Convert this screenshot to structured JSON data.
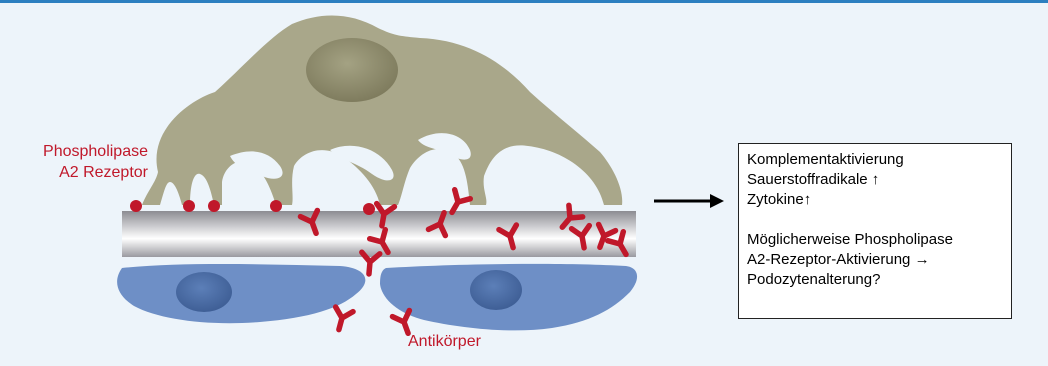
{
  "labels": {
    "receptor": [
      "Phospholipase",
      "A2 Rezeptor"
    ],
    "antibody": "Antikörper"
  },
  "effects": {
    "lines": [
      "Komplementaktivierung",
      "Sauerstoffradikale ↑",
      "Zytokine↑"
    ],
    "hypothesis": [
      "Möglicherweise Phospholipase",
      "A2-Rezeptor-Aktivierung →",
      "Podozytenalterung?"
    ]
  },
  "colors": {
    "background": "#edf4fa",
    "podocyte": "#a9a78a",
    "nucleus": "#8f8c6c",
    "membrane": "#b4b4b8",
    "endothelium": "#6e8fc6",
    "antibody_red": "#c0182a"
  }
}
